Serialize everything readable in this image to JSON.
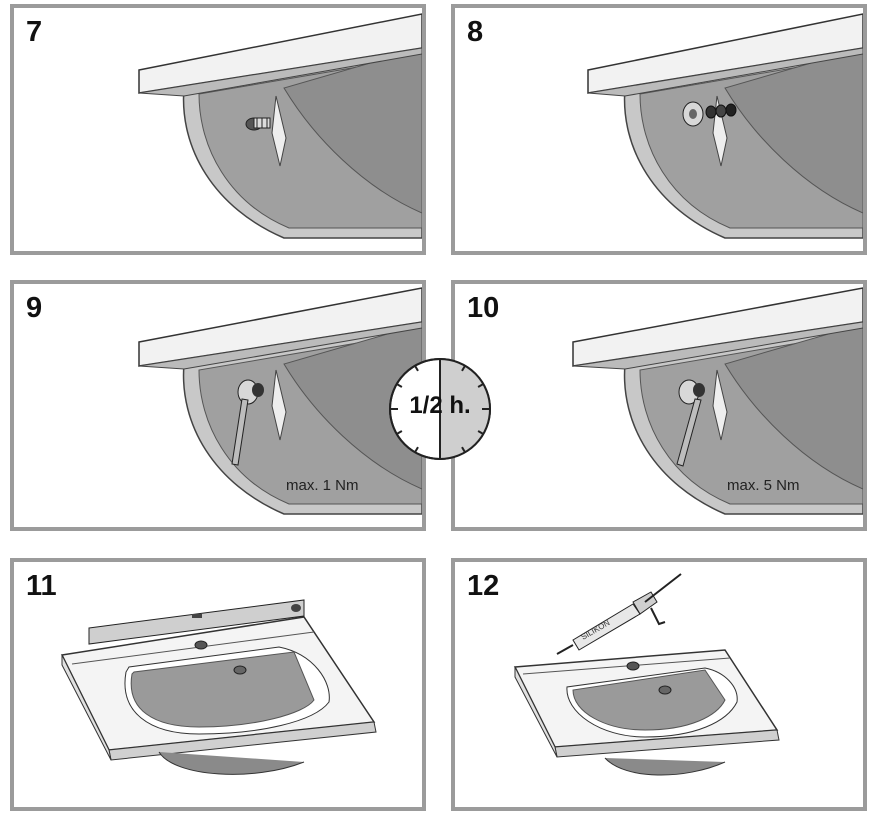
{
  "steps": [
    {
      "number": "7"
    },
    {
      "number": "8"
    },
    {
      "number": "9",
      "torque": "max. 1 Nm"
    },
    {
      "number": "10",
      "torque": "max. 5 Nm"
    },
    {
      "number": "11"
    },
    {
      "number": "12"
    }
  ],
  "clock": {
    "label": "1/2 h.",
    "fill_fraction": 0.5
  },
  "colors": {
    "panel_border": "#9b9b9b",
    "basin_dark": "#8c8c8c",
    "basin_light": "#e6e6e6"
  }
}
